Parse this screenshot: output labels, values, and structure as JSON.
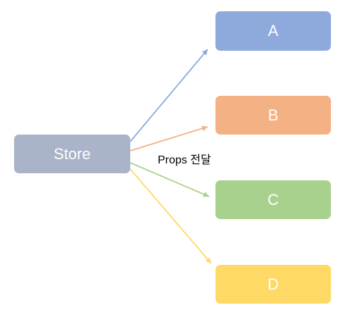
{
  "diagram": {
    "source": {
      "label": "Store",
      "color": "#A9B4C8"
    },
    "targets": [
      {
        "label": "A",
        "color": "#8EA9DB",
        "edge_color": "#8EA9DB"
      },
      {
        "label": "B",
        "color": "#F4B183",
        "edge_color": "#F4B183"
      },
      {
        "label": "C",
        "color": "#A9D18E",
        "edge_color": "#A9D18E"
      },
      {
        "label": "D",
        "color": "#FFD966",
        "edge_color": "#FFD966"
      }
    ],
    "edge_label": "Props 전달"
  }
}
